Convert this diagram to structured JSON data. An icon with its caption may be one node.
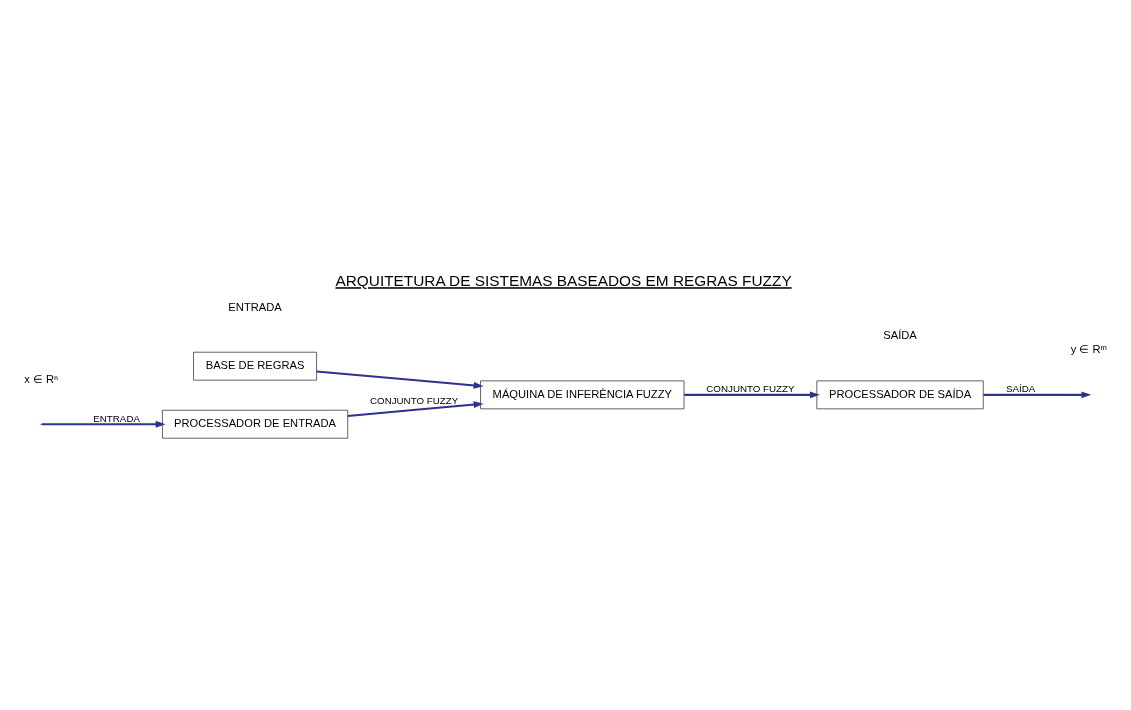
{
  "diagram": {
    "title": "ARQUITETURA DE SISTEMAS BASEADOS EM REGRAS FUZZY",
    "nodes": [
      {
        "text": [
          "BASE DE REGRAS"
        ]
      },
      {
        "text": [
          "PROCESSADOR DE ENTRADA"
        ]
      },
      {
        "text": [
          "MÁQUINA DE INFERÊNCIA FUZZY"
        ]
      },
      {
        "text": [
          "PROCESSADOR DE SAÍDA"
        ]
      }
    ],
    "edges": [
      {
        "from": null,
        "to": 1,
        "arrow": "to",
        "label": "ENTRADA"
      },
      {
        "from": 0,
        "to": 2,
        "arrow": "to"
      },
      {
        "from": 1,
        "to": 2,
        "arrow": "to",
        "label": "CONJUNTO FUZZY"
      },
      {
        "from": 2,
        "to": 3,
        "arrow": "to",
        "label": "CONJUNTO FUZZY"
      },
      {
        "from": 3,
        "to": null,
        "arrow": "to",
        "label": "SAÍDA"
      }
    ],
    "labels": [
      "x ∈ Rⁿ",
      "ENTRADA",
      "SAÍDA",
      "y ∈ Rᵐ"
    ]
  }
}
